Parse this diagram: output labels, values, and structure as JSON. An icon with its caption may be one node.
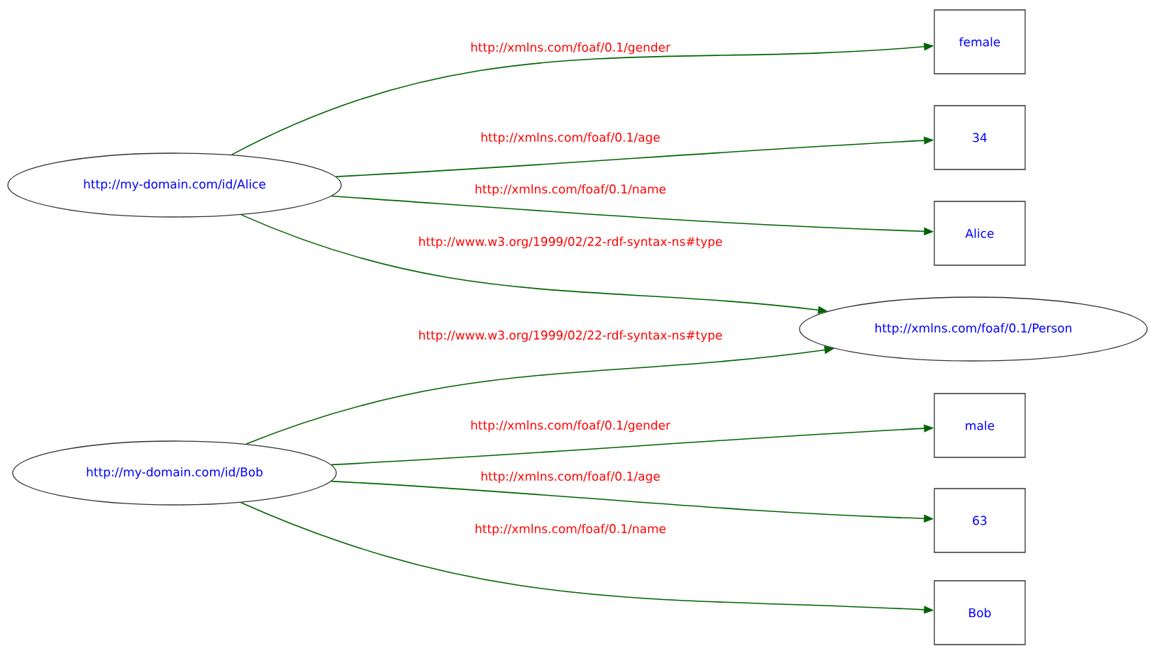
{
  "diagram": {
    "nodes": [
      {
        "text": [
          "http://my-domain.com/id/Alice"
        ]
      },
      {
        "text": [
          "female"
        ]
      },
      {
        "text": [
          "34"
        ]
      },
      {
        "text": [
          "Alice"
        ]
      },
      {
        "text": [
          "http://xmlns.com/foaf/0.1/Person"
        ]
      },
      {
        "text": [
          "http://my-domain.com/id/Bob"
        ]
      },
      {
        "text": [
          "male"
        ]
      },
      {
        "text": [
          "63"
        ]
      },
      {
        "text": [
          "Bob"
        ]
      }
    ],
    "edges": [
      {
        "from": 0,
        "to": 1,
        "arrow": "to",
        "label": "http://xmlns.com/foaf/0.1/gender"
      },
      {
        "from": 0,
        "to": 2,
        "arrow": "to",
        "label": "http://xmlns.com/foaf/0.1/age"
      },
      {
        "from": 0,
        "to": 3,
        "arrow": "to",
        "label": "http://xmlns.com/foaf/0.1/name"
      },
      {
        "from": 0,
        "to": 4,
        "arrow": "to",
        "label": "http://www.w3.org/1999/02/22-rdf-syntax-ns#type"
      },
      {
        "from": 5,
        "to": 4,
        "arrow": "to",
        "label": "http://www.w3.org/1999/02/22-rdf-syntax-ns#type"
      },
      {
        "from": 5,
        "to": 6,
        "arrow": "to",
        "label": "http://xmlns.com/foaf/0.1/gender"
      },
      {
        "from": 5,
        "to": 7,
        "arrow": "to",
        "label": "http://xmlns.com/foaf/0.1/age"
      },
      {
        "from": 5,
        "to": 8,
        "arrow": "to",
        "label": "http://xmlns.com/foaf/0.1/name"
      }
    ]
  }
}
